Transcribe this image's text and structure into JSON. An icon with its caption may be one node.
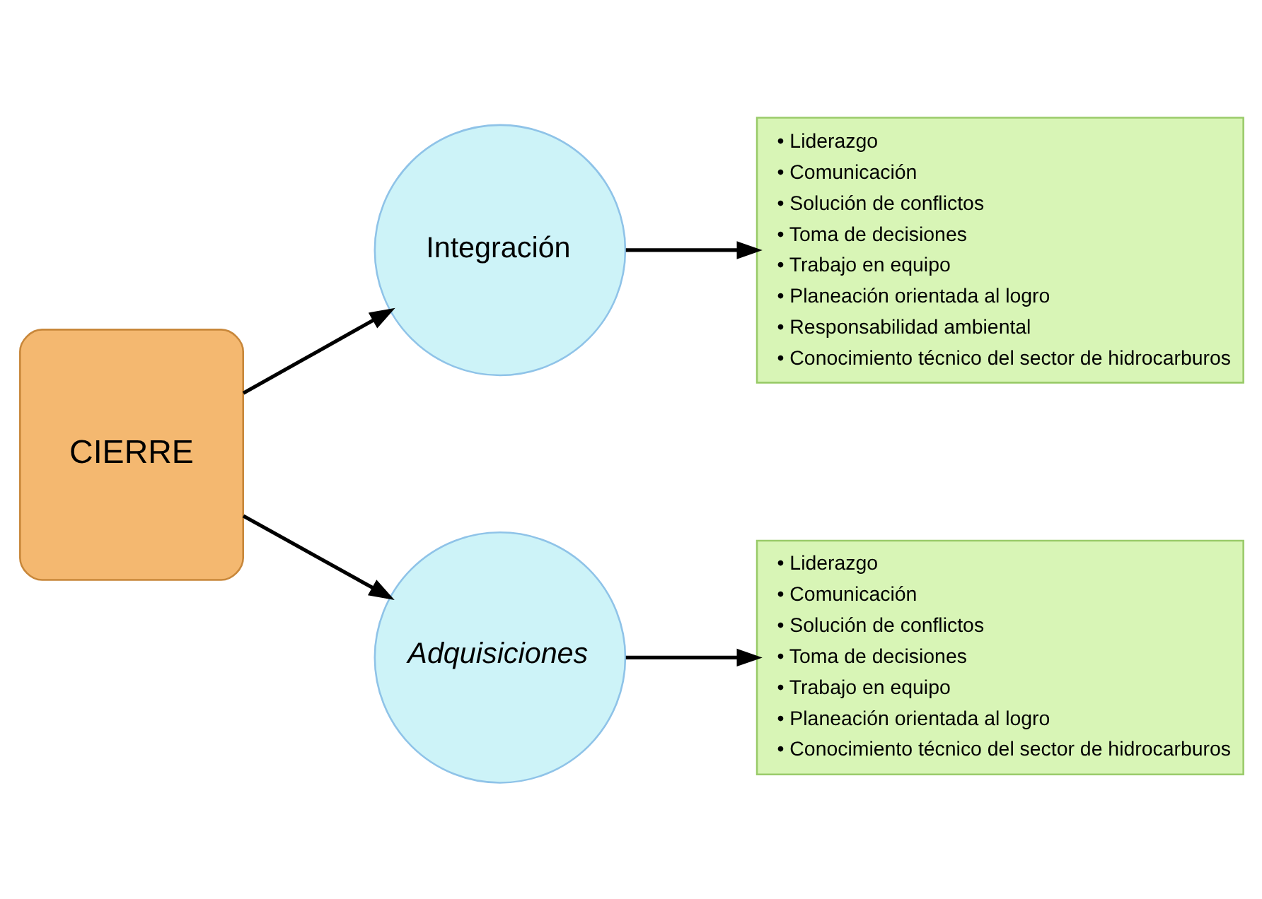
{
  "diagram": {
    "nodes": [
      {
        "text": [
          "CIERRE"
        ]
      },
      {
        "text": [
          "Integración"
        ]
      },
      {
        "text": [
          "• Liderazgo",
          "• Comunicación",
          "• Solución de conflictos",
          "• Toma de decisiones",
          "• Trabajo en equipo",
          "• Planeación orientada al logro",
          "• Responsabilidad ambiental",
          "• Conocimiento técnico del sector de hidrocarburos"
        ]
      },
      {
        "text": [
          "Adquisiciones"
        ]
      },
      {
        "text": [
          "• Liderazgo",
          "• Comunicación",
          "• Solución de conflictos",
          "• Toma de decisiones",
          "• Trabajo en equipo",
          "• Planeación orientada al logro",
          "• Conocimiento técnico del sector de hidrocarburos"
        ]
      }
    ],
    "edges": [
      {
        "from": 0,
        "to": 1,
        "arrow": "to"
      },
      {
        "from": 1,
        "to": 2,
        "arrow": "to"
      },
      {
        "from": 0,
        "to": 3,
        "arrow": "to"
      },
      {
        "from": 3,
        "to": 4,
        "arrow": "to"
      }
    ]
  }
}
